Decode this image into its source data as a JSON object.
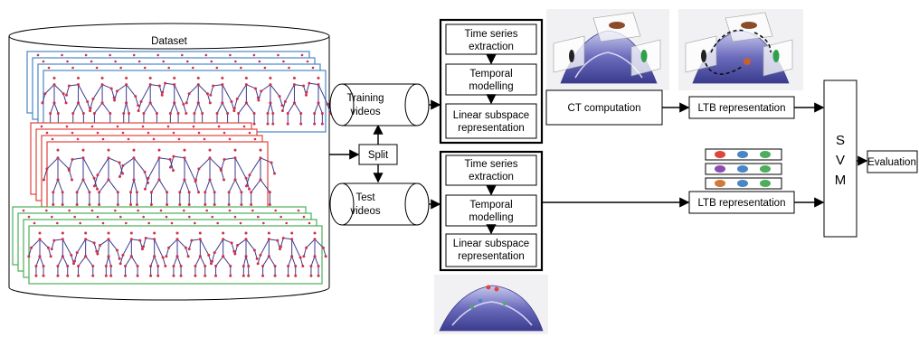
{
  "dataset": {
    "label": "Dataset"
  },
  "split": {
    "label": "Split"
  },
  "training_videos": {
    "line1": "Training",
    "line2": "videos"
  },
  "test_videos": {
    "line1": "Test",
    "line2": "videos"
  },
  "pipeline_training": {
    "step1": {
      "line1": "Time series",
      "line2": "extraction"
    },
    "step2": {
      "line1": "Temporal",
      "line2": "modelling"
    },
    "step3": {
      "line1": "Linear subspace",
      "line2": "representation"
    }
  },
  "pipeline_test": {
    "step1": {
      "line1": "Time series",
      "line2": "extraction"
    },
    "step2": {
      "line1": "Temporal",
      "line2": "modelling"
    },
    "step3": {
      "line1": "Linear subspace",
      "line2": "representation"
    }
  },
  "ct_computation": {
    "label": "CT computation"
  },
  "ltb_train": {
    "label": "LTB representation"
  },
  "ltb_test": {
    "label": "LTB representation"
  },
  "svm": {
    "letters": [
      "S",
      "V",
      "M"
    ]
  },
  "evaluation": {
    "label": "Evaluation"
  },
  "colors": {
    "blue_group": "#4a86c5",
    "red_group": "#e0443c",
    "green_group": "#4cae5b",
    "skeleton": "#3c3a8c",
    "joint": "#d0304a",
    "manifold": "#5a5aaa"
  }
}
